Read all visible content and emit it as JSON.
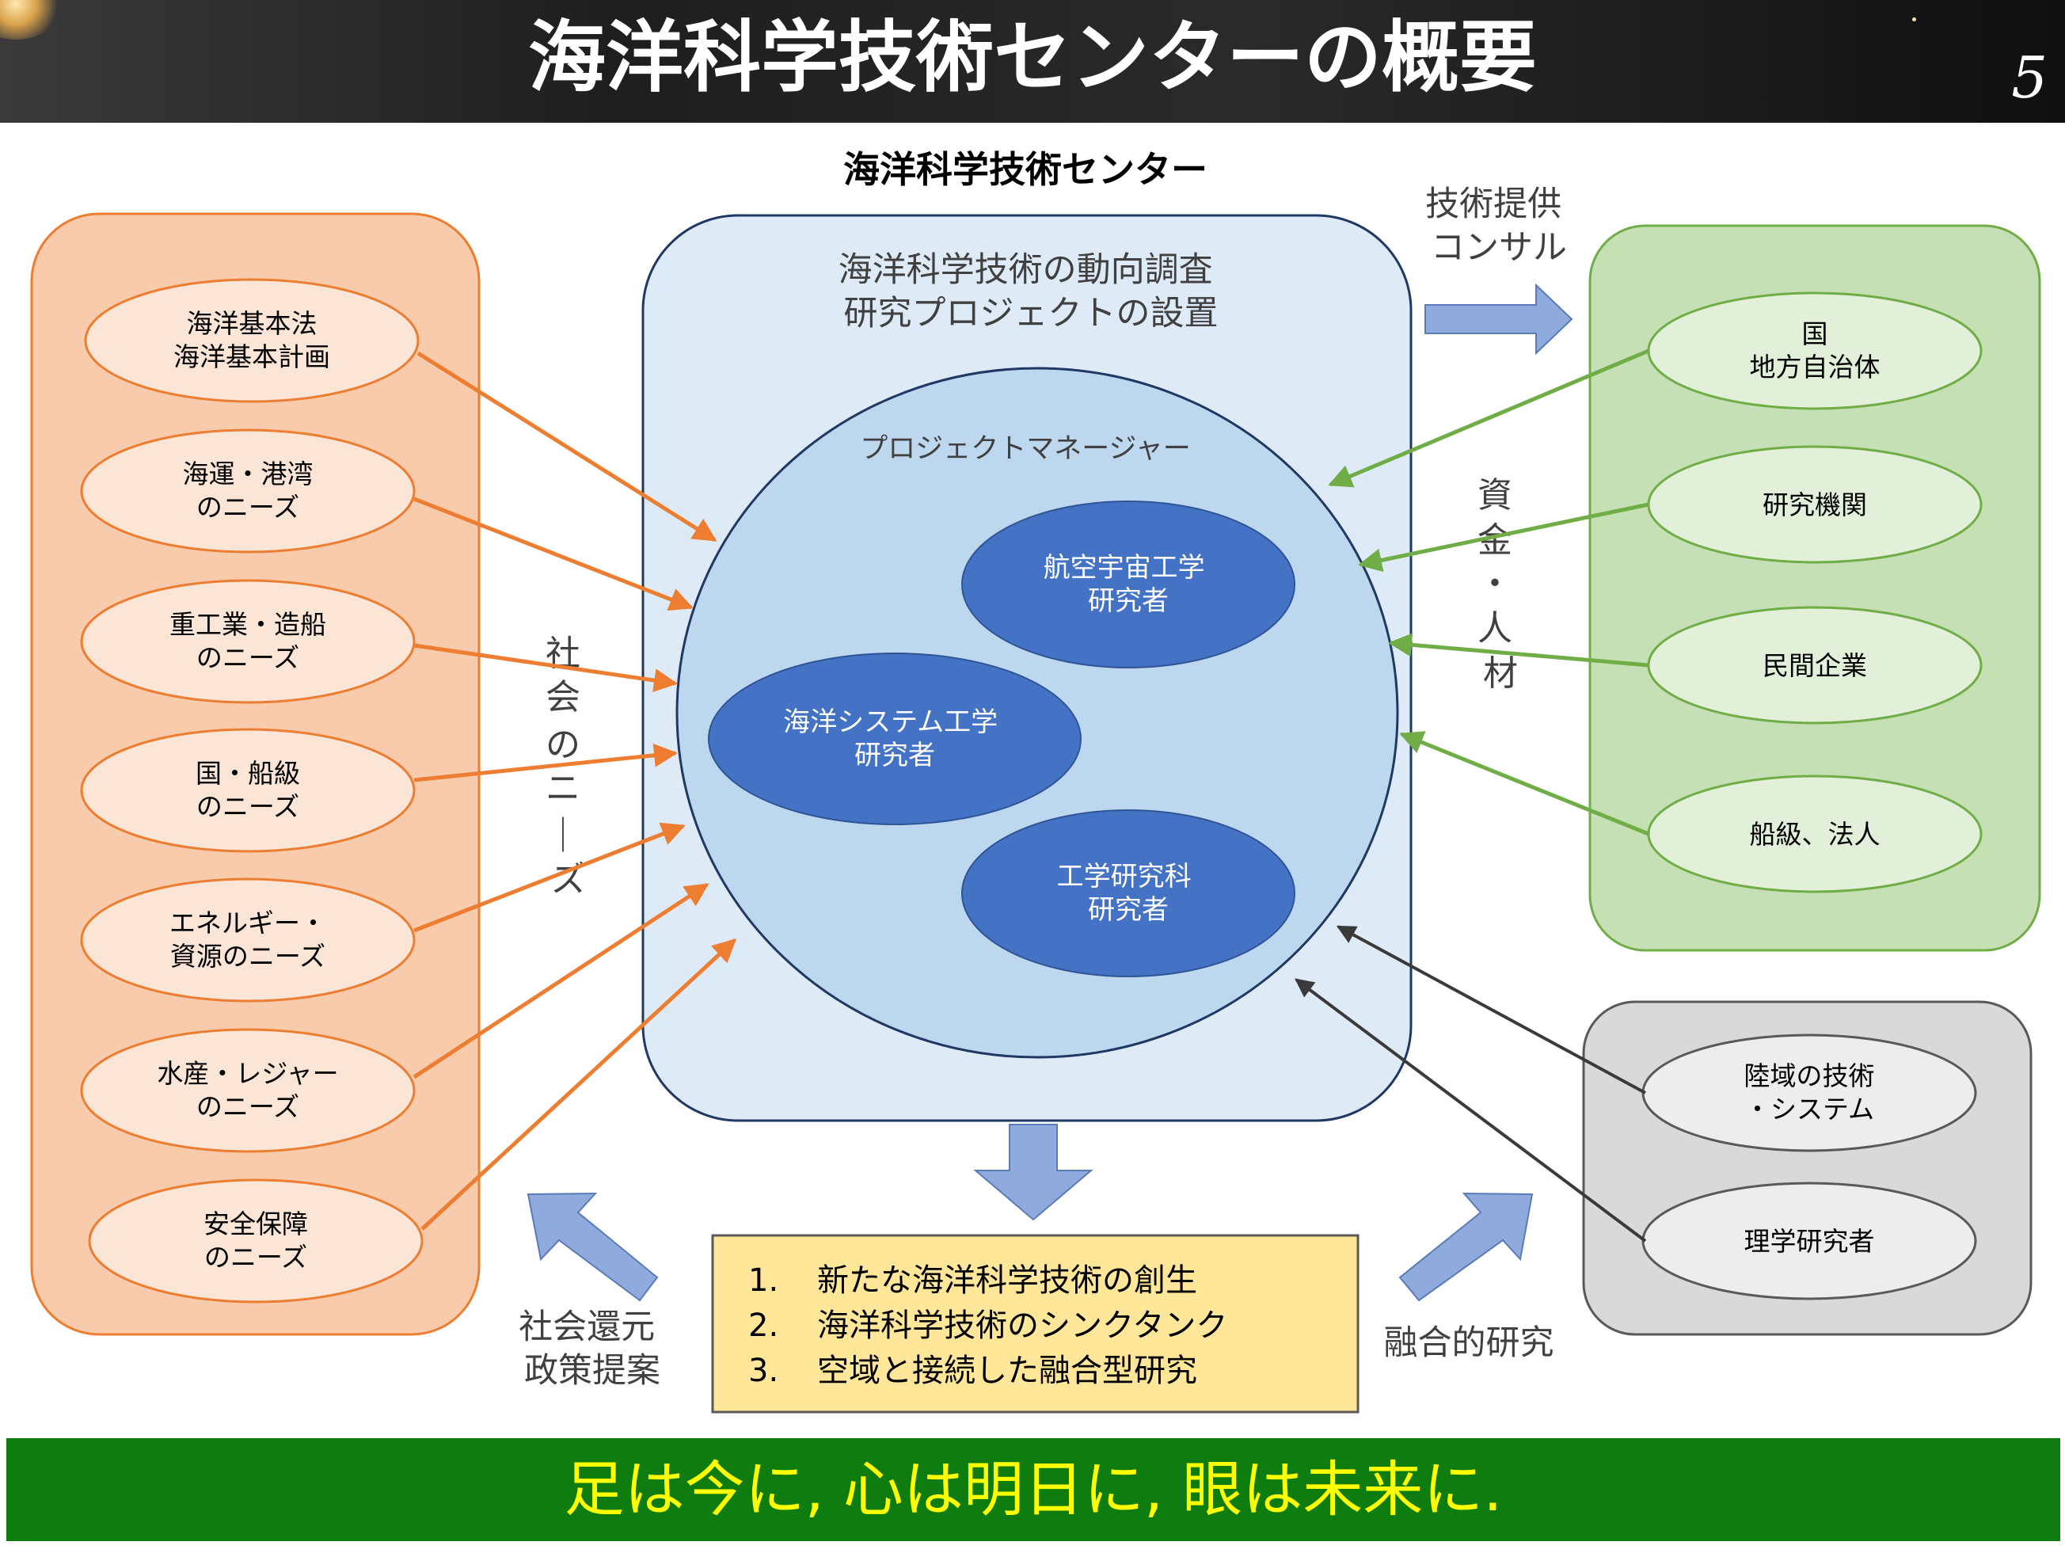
{
  "header": {
    "title": "海洋科学技術センターの概要",
    "page_number": "5"
  },
  "center": {
    "title": "海洋科学技術センター",
    "top_text": [
      "海洋科学技術の動向調査",
      "研究プロジェクトの設置"
    ],
    "pm_label": "プロジェクトマネージャー",
    "researchers": [
      {
        "lines": [
          "航空宇宙工学",
          "研究者"
        ]
      },
      {
        "lines": [
          "海洋システム工学",
          "研究者"
        ]
      },
      {
        "lines": [
          "工学研究科",
          "研究者"
        ]
      }
    ]
  },
  "needs": {
    "side_label": "社会のニーズ",
    "items": [
      {
        "lines": [
          "海洋基本法",
          "海洋基本計画"
        ]
      },
      {
        "lines": [
          "海運・港湾",
          "のニーズ"
        ]
      },
      {
        "lines": [
          "重工業・造船",
          "のニーズ"
        ]
      },
      {
        "lines": [
          "国・船級",
          "のニーズ"
        ]
      },
      {
        "lines": [
          "エネルギー・",
          "資源のニーズ"
        ]
      },
      {
        "lines": [
          "水産・レジャー",
          "のニーズ"
        ]
      },
      {
        "lines": [
          "安全保障",
          "のニーズ"
        ]
      }
    ]
  },
  "funding": {
    "side_label": "資金・人材",
    "items": [
      {
        "lines": [
          "国",
          "地方自治体"
        ]
      },
      {
        "lines": [
          "研究機関"
        ]
      },
      {
        "lines": [
          "民間企業"
        ]
      },
      {
        "lines": [
          "船級、法人"
        ]
      }
    ]
  },
  "tech": {
    "items": [
      {
        "lines": [
          "陸域の技術",
          "・システム"
        ]
      },
      {
        "lines": [
          "理学研究者"
        ]
      }
    ]
  },
  "labels": {
    "tech_offer": [
      "技術提供",
      "コンサル"
    ],
    "social_return": [
      "社会還元",
      "政策提案"
    ],
    "fusion": "融合的研究"
  },
  "outcomes": [
    {
      "num": "1.",
      "text": "新たな海洋科学技術の創生"
    },
    {
      "num": "2.",
      "text": "海洋科学技術のシンクタンク"
    },
    {
      "num": "3.",
      "text": "空域と接続した融合型研究"
    }
  ],
  "footer": {
    "slogan": "足は今に, 心は明日に, 眼は未来に."
  },
  "colors": {
    "needs_fill": "#f8cbad",
    "needs_stroke": "#ed7d31",
    "needs_item_fill": "#fbe5d6",
    "fund_fill": "#c5e0b4",
    "fund_stroke": "#70ad47",
    "fund_item_fill": "#e2f0d9",
    "tech_fill": "#d9d9d9",
    "tech_stroke": "#595959",
    "tech_item_fill": "#ededed",
    "center_fill": "#deebf7",
    "center_stroke": "#1f3864",
    "pm_fill": "#bdd7ee",
    "researcher_fill": "#4472c4",
    "outcome_fill": "#ffe699",
    "arrow_fill": "#8faadc",
    "footer_bg": "#0f7c0f",
    "slogan": "#ffff00"
  }
}
